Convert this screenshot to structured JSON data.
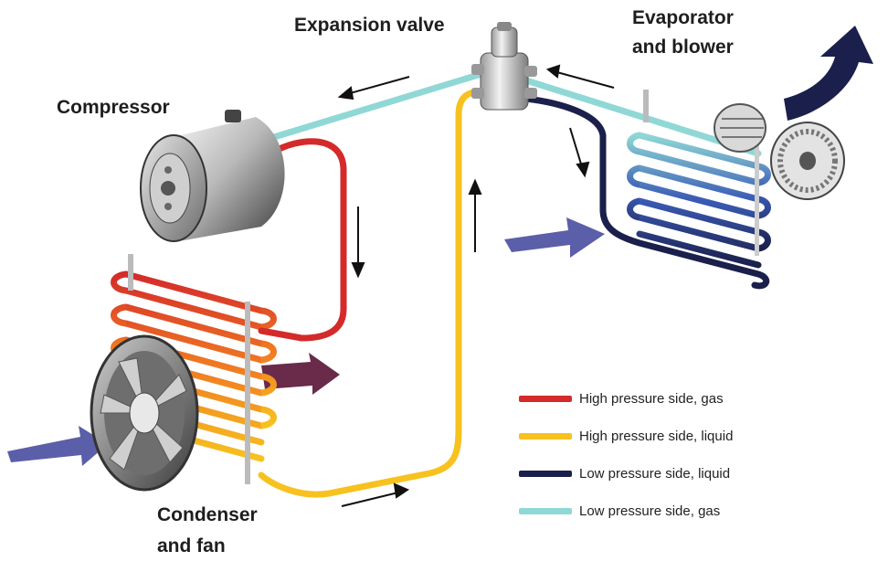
{
  "labels": {
    "expansion_valve": "Expansion valve",
    "evaporator_line1": "Evaporator",
    "evaporator_line2": "and blower",
    "compressor": "Compressor",
    "condenser_line1": "Condenser",
    "condenser_line2": "and fan"
  },
  "legend": [
    {
      "label": "High pressure side, gas",
      "color": "#d42a2a"
    },
    {
      "label": "High pressure side, liquid",
      "color": "#f7c21f"
    },
    {
      "label": "Low pressure side, liquid",
      "color": "#1b1f4b"
    },
    {
      "label": "Low pressure side, gas",
      "color": "#8fd8d6"
    }
  ],
  "colors": {
    "high_gas": "#d42a2a",
    "high_liquid": "#f7c21f",
    "low_liquid": "#1b1f4b",
    "low_gas": "#8fd8d6",
    "airflow_in": "#5b5ea8",
    "airflow_hot": "#6a2a4a",
    "airflow_cold": "#1b1f4b"
  }
}
